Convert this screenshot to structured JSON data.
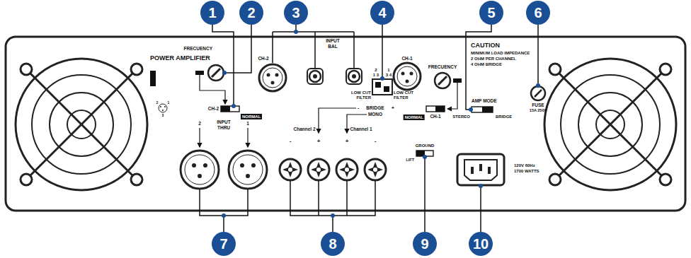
{
  "diagram": {
    "labels": [
      "POWER AMPLIFIER",
      "2",
      "1",
      "3",
      "FRECUENCY",
      "CH-2",
      "NORMAL",
      "CH-2",
      "INPUT",
      "BAL",
      "CH-1",
      "2",
      "1 3",
      "1",
      "3 4",
      "LOW CUT FILTER",
      "LOW CUT FILTER",
      "-",
      "BRIDGE",
      "+",
      "MONO",
      "FRECUENCY",
      "NORMAL",
      "CH-1",
      "CAUTION",
      "MINIMUM LOAD IMPEDANCE",
      "2 OHM PER CHANNEL",
      "4 OHM BRIDGE",
      "AMP MODE",
      "STEREO",
      "BRIDGE",
      "FUSE",
      "15A 250V",
      "INPUT",
      "THRU",
      "2",
      "1",
      "Channel 2",
      "Channel 1",
      "-",
      "+",
      "+",
      "-",
      "GROUND",
      "LIFT",
      "120V 60Hz",
      "1700 WATTS",
      "1",
      "2",
      "3",
      "4",
      "5",
      "6",
      "7",
      "8",
      "9",
      "10"
    ]
  }
}
